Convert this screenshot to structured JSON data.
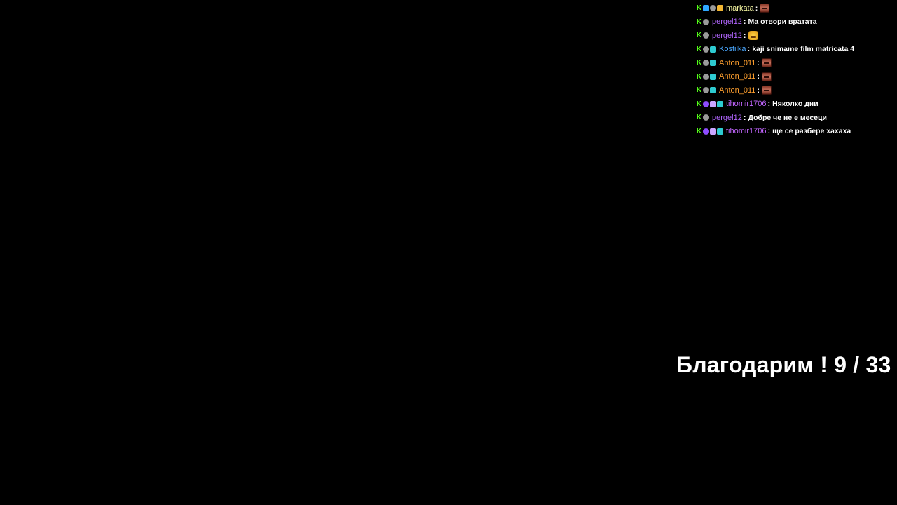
{
  "chat": {
    "messages": [
      {
        "badges": [
          "kick-badge",
          "shield-badge",
          "face-badge",
          "crown-badge"
        ],
        "username": "markata",
        "username_color": "#f5f5a0",
        "text": "",
        "emote": "red-face-emote"
      },
      {
        "badges": [
          "kick-badge",
          "face-badge"
        ],
        "username": "pergel12",
        "username_color": "#b266ff",
        "text": "Ма отвори вратата",
        "emote": ""
      },
      {
        "badges": [
          "kick-badge",
          "face-badge"
        ],
        "username": "pergel12",
        "username_color": "#b266ff",
        "text": "",
        "emote": "yellow-face-emote"
      },
      {
        "badges": [
          "kick-badge",
          "face-badge",
          "grid-badge"
        ],
        "username": "Kostilka",
        "username_color": "#4aa8ff",
        "text": "kaji snimame film matricata 4",
        "emote": ""
      },
      {
        "badges": [
          "kick-badge",
          "face-badge",
          "grid-badge"
        ],
        "username": "Anton_011",
        "username_color": "#ff9f2e",
        "text": "",
        "emote": "red-face-emote"
      },
      {
        "badges": [
          "kick-badge",
          "face-badge",
          "grid-badge"
        ],
        "username": "Anton_011",
        "username_color": "#ff9f2e",
        "text": "",
        "emote": "red-face-emote"
      },
      {
        "badges": [
          "kick-badge",
          "face-badge",
          "grid-badge"
        ],
        "username": "Anton_011",
        "username_color": "#ff9f2e",
        "text": "",
        "emote": "red-face-emote"
      },
      {
        "badges": [
          "kick-badge",
          "purple-badge",
          "sword-badge",
          "grid-badge"
        ],
        "username": "tihomir1706",
        "username_color": "#c266ff",
        "text": "Няколко дни",
        "emote": ""
      },
      {
        "badges": [
          "kick-badge",
          "face-badge"
        ],
        "username": "pergel12",
        "username_color": "#b266ff",
        "text": "Добре че не е месеци",
        "emote": ""
      },
      {
        "badges": [
          "kick-badge",
          "purple-badge",
          "sword-badge",
          "grid-badge"
        ],
        "username": "tihomir1706",
        "username_color": "#c266ff",
        "text": "ще се разбере хахаха",
        "emote": ""
      }
    ],
    "separator": ":"
  },
  "overlay": {
    "thanks_text": "Благодарим ! 9 / 33"
  },
  "colors": {
    "background": "#000000",
    "kick_green": "#53fc18",
    "message_text": "#ffffff"
  }
}
